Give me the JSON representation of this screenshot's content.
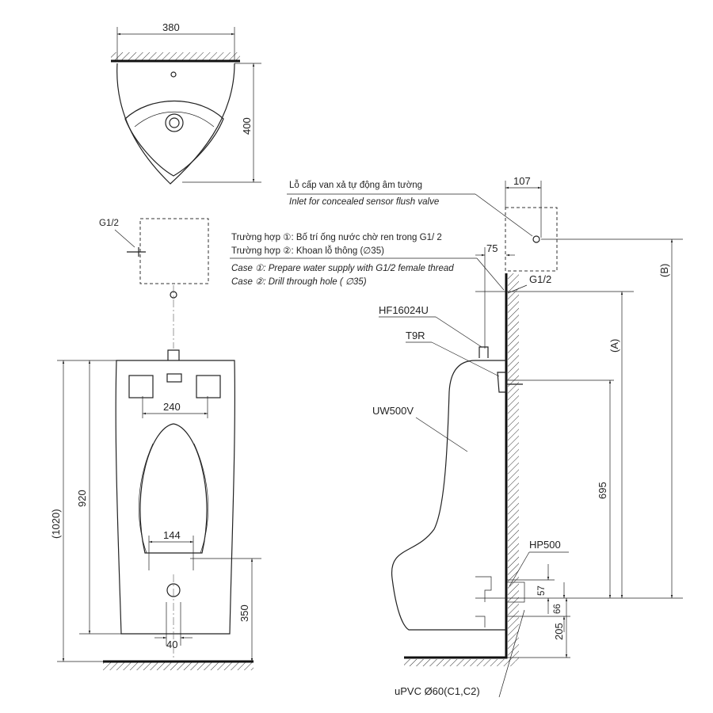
{
  "top_view": {
    "width_dim": "380",
    "depth_dim": "400"
  },
  "supply": {
    "label": "G1/2"
  },
  "front_view": {
    "bracket_dim": "240",
    "height_920": "920",
    "height_1020": "(1020)",
    "spacing_144": "144",
    "drain_height": "350",
    "drain_width": "40"
  },
  "notes": {
    "inlet_vi": "Lỗ cấp van xả tự động âm tường",
    "inlet_en": "Inlet for concealed sensor flush valve",
    "case1_vi": "Trường hợp ①: Bố trí ống nước chờ ren trong G1/ 2",
    "case2_vi": "Trường hợp ②: Khoan lỗ thông (∅35)",
    "case1_en": "Case ①: Prepare water supply with G1/2 female thread",
    "case2_en": "Case ②: Drill through hole ( ∅35)"
  },
  "side_view": {
    "dim_107": "107",
    "dim_75": "75",
    "g12": "G1/2",
    "dim_B": "(B)",
    "dim_A": "(A)",
    "dim_695": "695",
    "dim_57": "57",
    "dim_66": "66",
    "dim_205": "205",
    "valve": "HF16024U",
    "spud": "T9R",
    "urinal": "UW500V",
    "trap": "HP500",
    "pipe": "uPVC Ø60(C1,C2)"
  }
}
